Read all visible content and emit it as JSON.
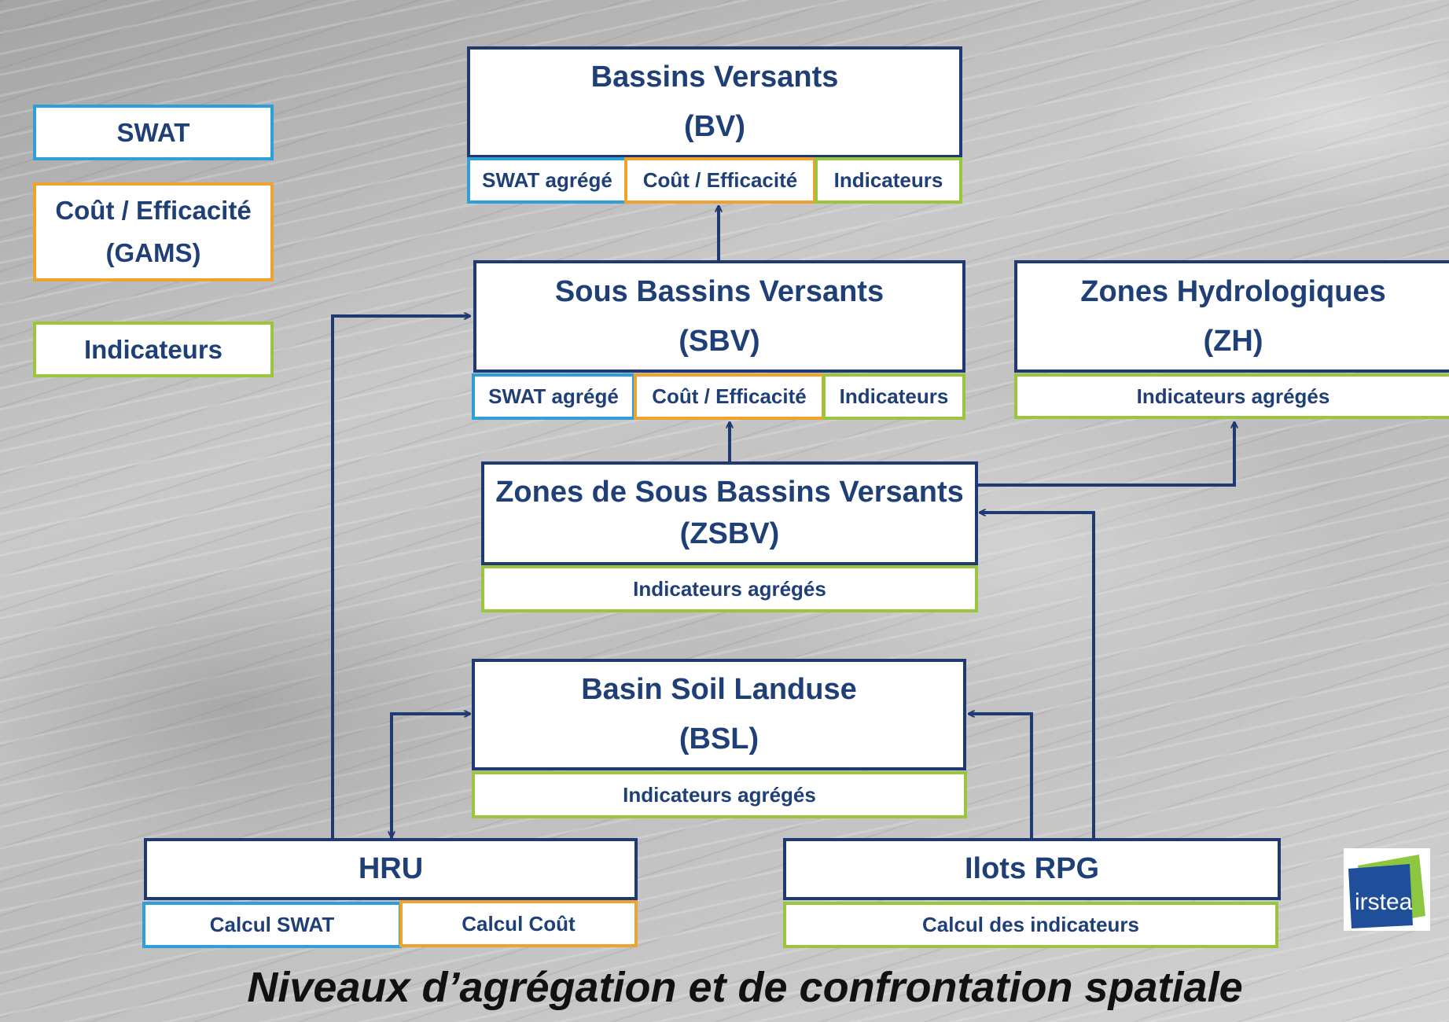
{
  "legend": {
    "swat": "SWAT",
    "cout_line1": "Coût / Efficacité",
    "cout_line2": "(GAMS)",
    "indicateurs": "Indicateurs"
  },
  "nodes": {
    "bv": {
      "name": "Bassins Versants",
      "abbr": "(BV)",
      "tags": [
        "SWAT agrégé",
        "Coût / Efficacité",
        "Indicateurs"
      ]
    },
    "sbv": {
      "name": "Sous Bassins Versants",
      "abbr": "(SBV)",
      "tags": [
        "SWAT agrégé",
        "Coût / Efficacité",
        "Indicateurs"
      ]
    },
    "zh": {
      "name": "Zones Hydrologiques",
      "abbr": "(ZH)",
      "tag": "Indicateurs agrégés"
    },
    "zsbv": {
      "name": "Zones de Sous Bassins Versants",
      "abbr": "(ZSBV)",
      "tag": "Indicateurs agrégés"
    },
    "bsl": {
      "name": "Basin Soil Landuse",
      "abbr": "(BSL)",
      "tag": "Indicateurs agrégés"
    },
    "hru": {
      "name": "HRU",
      "tags": [
        "Calcul SWAT",
        "Calcul Coût"
      ]
    },
    "rpg": {
      "name": "Ilots RPG",
      "tag": "Calcul des indicateurs"
    }
  },
  "caption": "Niveaux d’agrégation et de confrontation spatiale",
  "logo": {
    "text": "irstea",
    "icon": "irstea-logo"
  },
  "colors": {
    "main_border": "#1f3a72",
    "text": "#1f3f77",
    "swat": "#2e9fd8",
    "cout": "#f0a22e",
    "indicateurs": "#9ac53c"
  }
}
